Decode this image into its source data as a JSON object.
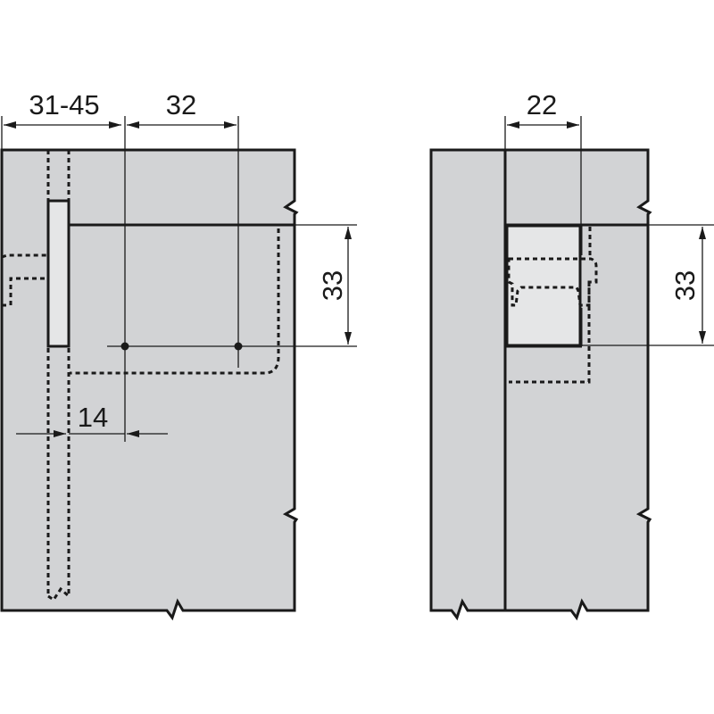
{
  "diagram": {
    "type": "technical-drawing",
    "colors": {
      "panel_fill": "#d2d3d5",
      "plate_fill": "#e5e6e7",
      "line": "#1a1a1a",
      "background": "#ffffff"
    },
    "left_view": {
      "dimensions": {
        "edge_to_first_hole": "31-45",
        "hole_spacing": "32",
        "plate_height": "33",
        "plate_offset": "14"
      }
    },
    "right_view": {
      "dimensions": {
        "plate_width": "22",
        "plate_height": "33"
      }
    }
  }
}
